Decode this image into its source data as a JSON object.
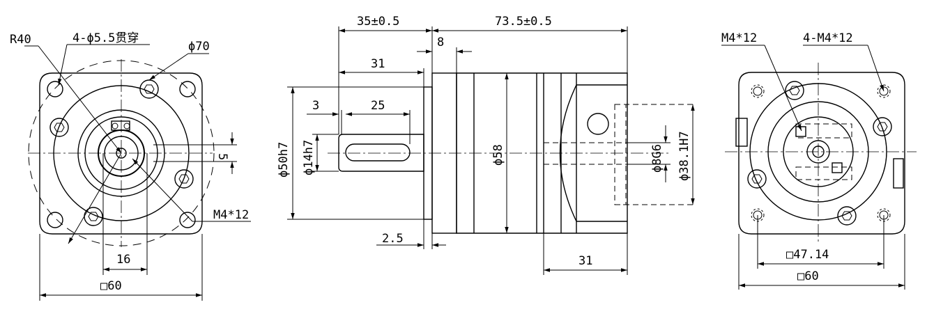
{
  "left_view": {
    "r40": "R40",
    "holes": "4-ϕ5.5贯穿",
    "dia70": "ϕ70",
    "dim5": "5",
    "m4": "M4*12",
    "dim16": "16",
    "sq60": "□60"
  },
  "side_view": {
    "d35": "35±0.5",
    "d73": "73.5±0.5",
    "d8": "8",
    "d31top": "31",
    "d3": "3",
    "d25": "25",
    "d50": "ϕ50h7",
    "d14": "ϕ14h7",
    "d58": "ϕ58",
    "d8g6": "ϕ8G6",
    "d381": "ϕ38.1H7",
    "d25b": "2.5",
    "d31bottom": "31"
  },
  "right_view": {
    "m4": "M4*12",
    "m4x4": "4-M4*12",
    "sq4714": "□47.14",
    "sq60": "□60"
  }
}
